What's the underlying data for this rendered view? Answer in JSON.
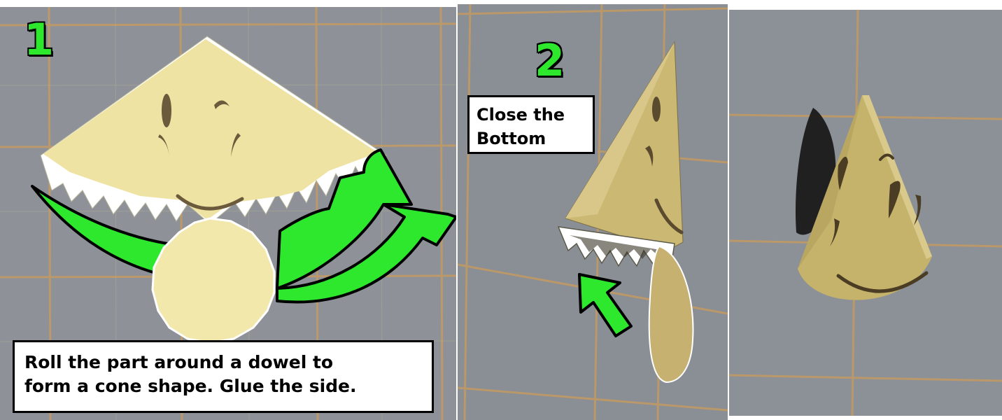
{
  "panels": [
    {
      "step": "1",
      "caption": "Roll the part around a dowel to\nform a cone shape. Glue the side."
    },
    {
      "step": "2",
      "caption": "Close the\nBottom"
    },
    {
      "step": "",
      "caption": ""
    }
  ],
  "colors": {
    "arrow_green": "#2ee82e",
    "mat_gray": "#8f939a",
    "grid_orange": "#c79b5f",
    "paper_light": "#eee3a2",
    "paper_tan": "#c9b56c"
  },
  "icons": [
    "curved-arrow-icon",
    "straight-arrow-icon"
  ]
}
